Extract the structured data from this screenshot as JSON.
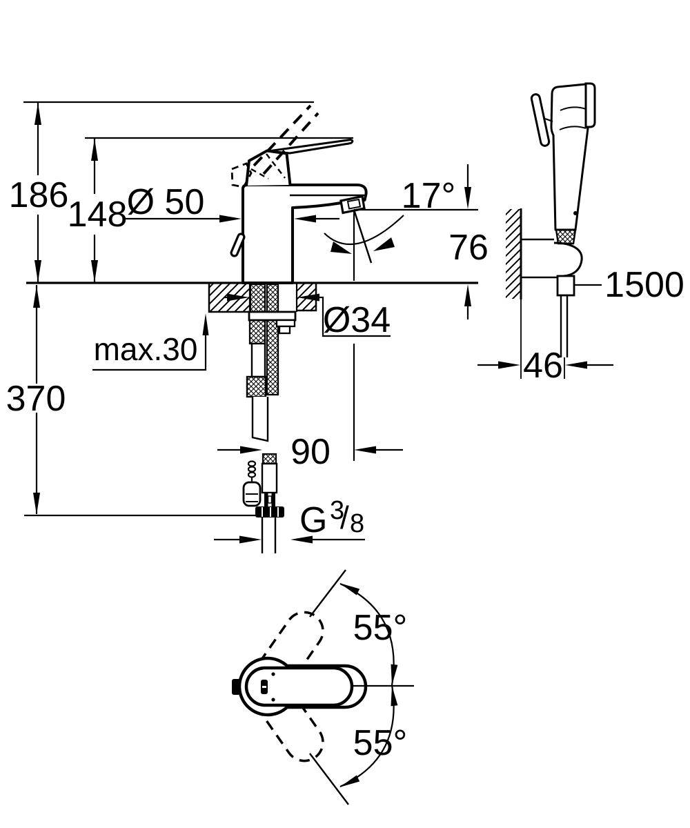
{
  "figure": {
    "type": "technical-dimension-drawing",
    "background": "#ffffff",
    "line_color": "#000000",
    "front_view": {
      "overall_height": "186",
      "handle_height": "148",
      "body_diameter": "Ø 50",
      "spout_angle": "17°",
      "outlet_height": "76",
      "deck_thickness_max": "max.30",
      "mounting_hole_diameter": "Ø34",
      "below_deck_length": "370",
      "outlet_offset": "90",
      "thread_g": "G",
      "thread_numerator": "3",
      "thread_slash": "/",
      "thread_denominator": "8"
    },
    "side_view": {
      "hose_length": "1500",
      "bracket_offset": "46"
    },
    "top_view": {
      "swivel_angle_up": "55°",
      "swivel_angle_down": "55°"
    }
  }
}
